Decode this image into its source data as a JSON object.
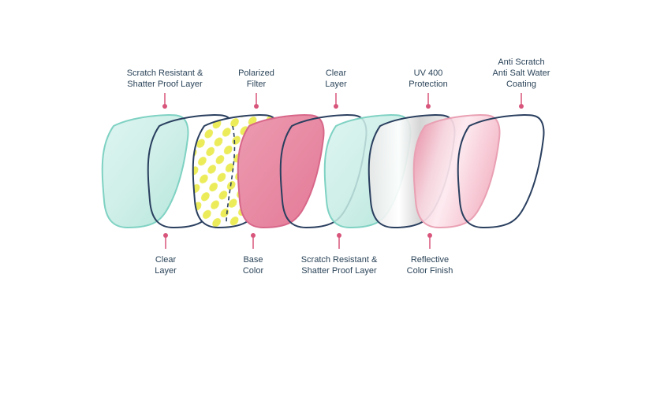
{
  "colors": {
    "outline_navy": "#2a3f5f",
    "outline_mint": "#7fd2c3",
    "fill_mint": "#bfe9e0",
    "fill_pink": "#e98aa3",
    "fill_yellow": "#ecec5b",
    "connector_pink": "#d8557b",
    "label_text": "#2b4459"
  },
  "labels_top": [
    {
      "id": "scratch-resistant-top",
      "lines": [
        "Scratch Resistant &",
        "Shatter Proof Layer"
      ]
    },
    {
      "id": "polarized-filter",
      "lines": [
        "Polarized",
        "Filter"
      ]
    },
    {
      "id": "clear-layer-top",
      "lines": [
        "Clear",
        "Layer"
      ]
    },
    {
      "id": "uv-400-protection",
      "lines": [
        "UV 400",
        "Protection"
      ]
    },
    {
      "id": "anti-scratch-salt-water",
      "lines": [
        "Anti Scratch",
        "Anti Salt Water",
        "Coating"
      ]
    }
  ],
  "labels_bottom": [
    {
      "id": "clear-layer-bottom",
      "lines": [
        "Clear",
        "Layer"
      ]
    },
    {
      "id": "base-color",
      "lines": [
        "Base",
        "Color"
      ]
    },
    {
      "id": "scratch-resistant-bottom",
      "lines": [
        "Scratch Resistant &",
        "Shatter Proof Layer"
      ]
    },
    {
      "id": "reflective-color-finish",
      "lines": [
        "Reflective",
        "Color Finish"
      ]
    }
  ],
  "layers": [
    {
      "id": "mint-tint",
      "style": "mint"
    },
    {
      "id": "clear-outline-1",
      "style": "clear"
    },
    {
      "id": "polarized-pattern",
      "style": "yellow"
    },
    {
      "id": "pink-base",
      "style": "pink"
    },
    {
      "id": "clear-outline-2",
      "style": "clear"
    },
    {
      "id": "mint-tint-2",
      "style": "mint"
    },
    {
      "id": "silver-uv",
      "style": "silver"
    },
    {
      "id": "pink-reflective",
      "style": "pinkfade"
    },
    {
      "id": "clear-outline-3",
      "style": "clear"
    }
  ]
}
